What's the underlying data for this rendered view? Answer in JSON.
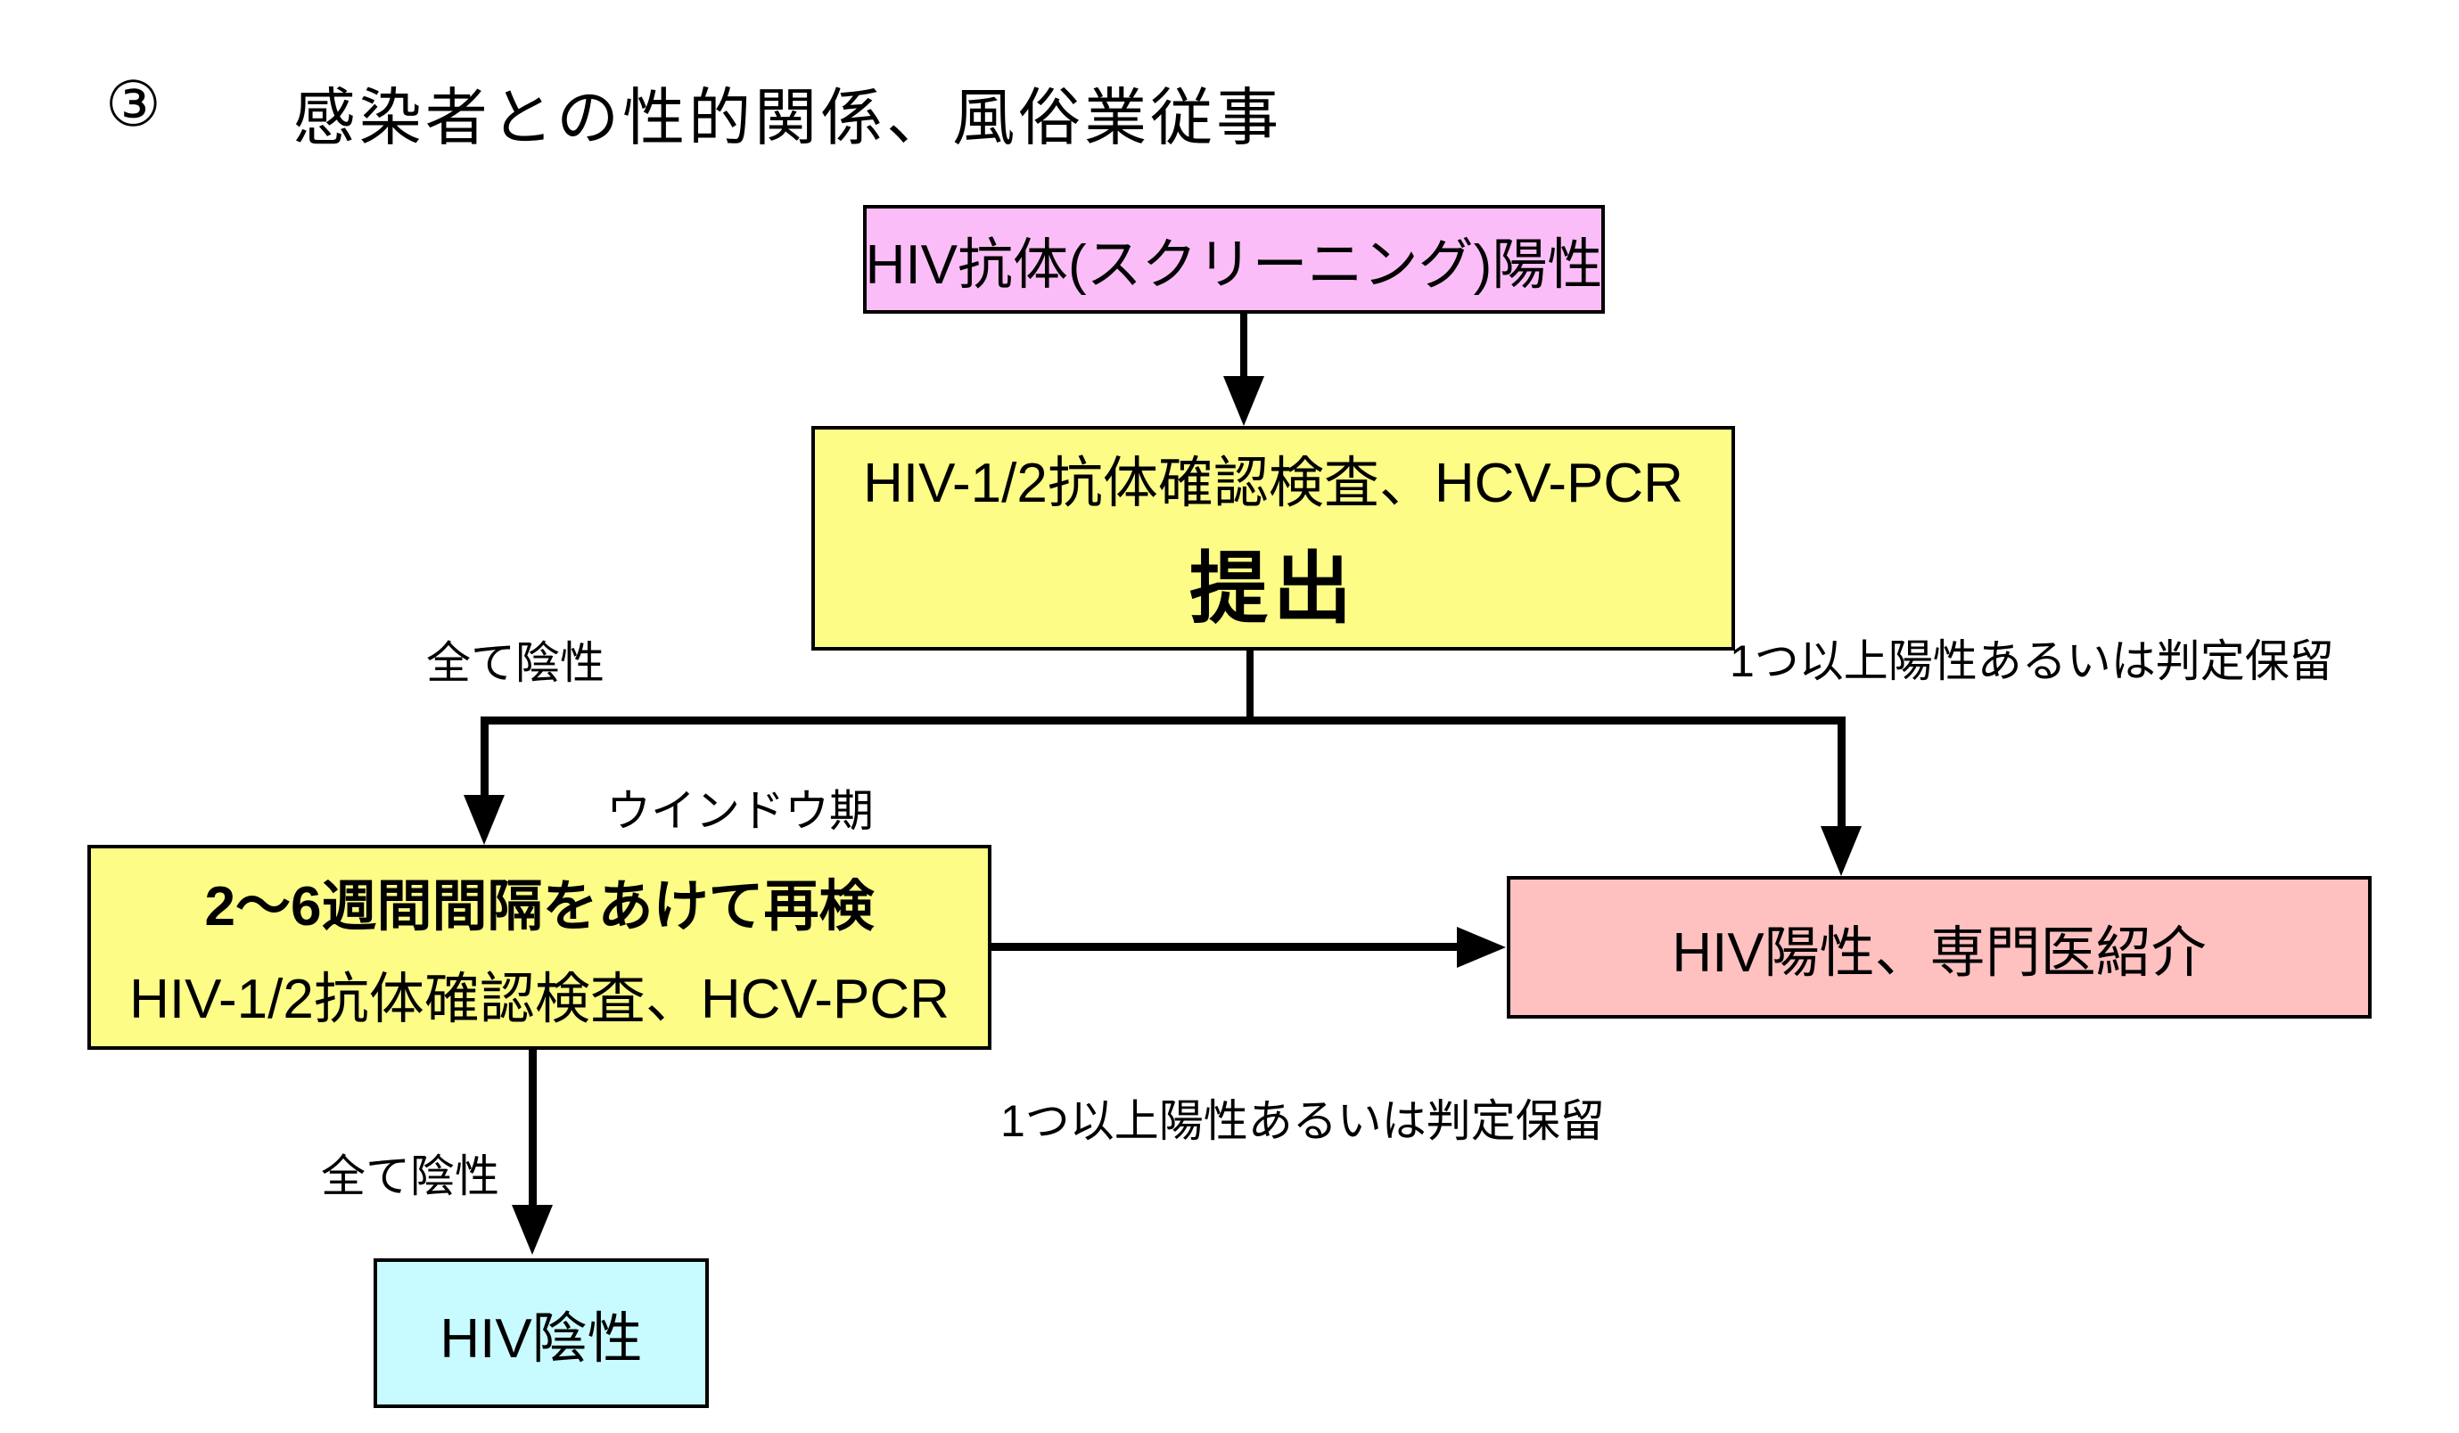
{
  "title": {
    "number": "③",
    "text": "感染者との性的関係、風俗業従事"
  },
  "nodes": {
    "screening_positive": {
      "text": "HIV抗体(スクリーニング)陽性",
      "fill": "#fbbdf8"
    },
    "confirm_test": {
      "line1": "HIV-1/2抗体確認検査、HCV-PCR",
      "line2": "提出",
      "fill": "#fcfc86"
    },
    "retest": {
      "line1": "2〜6週間間隔をあけて再検",
      "line2": "HIV-1/2抗体確認検査、HCV-PCR",
      "fill": "#fcfc86"
    },
    "hiv_positive": {
      "text": "HIV陽性、専門医紹介",
      "fill": "#ffc0c0"
    },
    "hiv_negative": {
      "text": "HIV陰性",
      "fill": "#c8fbff"
    }
  },
  "edge_labels": {
    "all_negative_top": "全て陰性",
    "positive_or_hold_top": "1つ以上陽性あるいは判定保留",
    "window_period": "ウインドウ期",
    "positive_or_hold_bottom": "1つ以上陽性あるいは判定保留",
    "all_negative_bottom": "全て陰性"
  },
  "colors": {
    "line": "#000000",
    "background": "#ffffff",
    "border": "#000000"
  }
}
